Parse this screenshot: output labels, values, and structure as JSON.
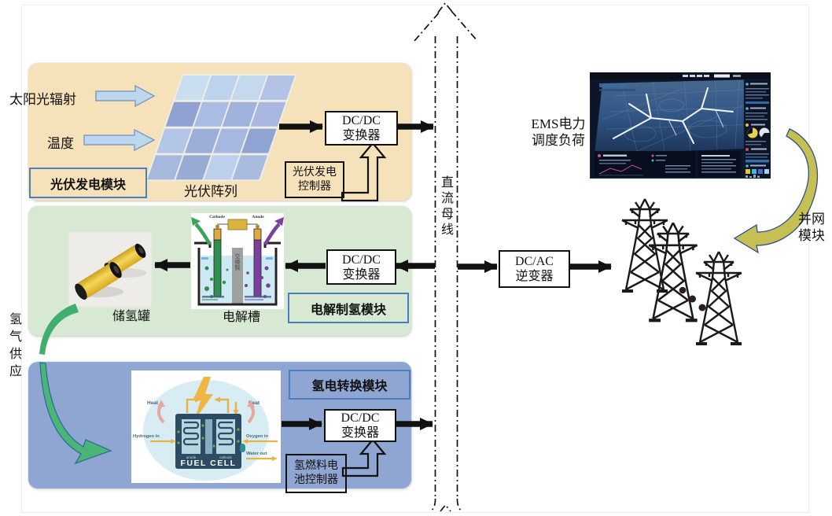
{
  "pv_module": {
    "label": "光伏发电模块",
    "input_solar": "太阳光辐射",
    "input_temp": "温度",
    "array_label": "光伏阵列",
    "converter_line1": "DC/DC",
    "converter_line2": "变换器",
    "controller_line1": "光伏发电",
    "controller_line2": "控制器"
  },
  "electrolysis_module": {
    "label": "电解制氢模块",
    "tank_label": "储氢罐",
    "electrolyzer_label": "电解槽",
    "converter_line1": "DC/DC",
    "converter_line2": "变换器",
    "electrolyzer_image": {
      "cathode": "Cathode",
      "anode": "Anode",
      "membrane": "交换膜"
    }
  },
  "h2_conversion_module": {
    "label": "氢电转换模块",
    "converter_line1": "DC/DC",
    "converter_line2": "变换器",
    "controller_line1": "氢燃料电",
    "controller_line2": "池控制器",
    "fuel_cell_image": {
      "title": "FUEL CELL",
      "heat_left": "Heat",
      "heat_right": "Heat",
      "hydrogen_in": "Hydrogen in",
      "oxygen_in": "Oxygen in",
      "water_out": "Water out",
      "anode": "anode",
      "cathode": "cathode"
    }
  },
  "dc_bus": {
    "label": "直流母线"
  },
  "inverter": {
    "line1": "DC/AC",
    "line2": "逆变器"
  },
  "ems": {
    "line1": "EMS电力",
    "line2": "调度负荷"
  },
  "grid_module": {
    "line1": "并网",
    "line2": "模块"
  },
  "h2_supply": {
    "label": "氢气供应"
  },
  "colors": {
    "pv_module_bg": "#f5e2ba",
    "electrolysis_module_bg": "#d7e9d3",
    "h2_module_bg": "#8fa5d2",
    "label_box_border": "#4a7ebc",
    "input_arrow_fill": "#bdd7ee",
    "green_arrow": "#3fae6e",
    "yellow_arrow": "#c6c052",
    "black_arrow": "#111111"
  }
}
